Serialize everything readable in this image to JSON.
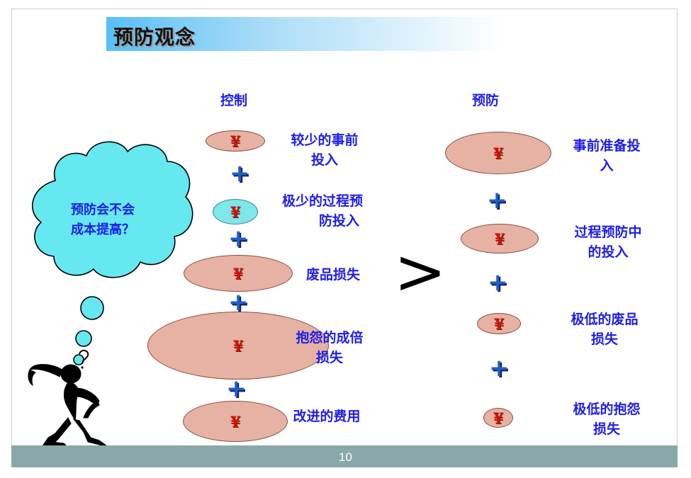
{
  "slide": {
    "title": "预防观念",
    "page_number": "10"
  },
  "thought_bubble": {
    "line1": "预防会不会",
    "line2": "成本提高？"
  },
  "control": {
    "heading": "控制",
    "items": [
      {
        "label_l1": "较少的事前",
        "label_l2": "投入",
        "symbol": "¥"
      },
      {
        "label_l1": "极少的过程预",
        "label_l2": "防投入",
        "symbol": "¥"
      },
      {
        "label_l1": "废品损失",
        "label_l2": "",
        "symbol": "¥"
      },
      {
        "label_l1": "抱怨的成倍",
        "label_l2": "损失",
        "symbol": "¥"
      },
      {
        "label_l1": "改进的费用",
        "label_l2": "",
        "symbol": "¥"
      }
    ]
  },
  "comparison_symbol": ">",
  "prevention": {
    "heading": "预防",
    "items": [
      {
        "label_l1": "事前准备投",
        "label_l2": "入",
        "symbol": "¥"
      },
      {
        "label_l1": "过程预防中",
        "label_l2": "的投入",
        "symbol": "¥"
      },
      {
        "label_l1": "极低的废品",
        "label_l2": "损失",
        "symbol": "¥"
      },
      {
        "label_l1": "极低的抱怨",
        "label_l2": "损失",
        "symbol": "¥"
      }
    ]
  },
  "plus_sign": "+",
  "colors": {
    "oval_fill": "#e6b2a4",
    "oval_cyan": "#7fe6ea",
    "cloud_fill": "#66e8f0",
    "text_blue": "#1e1ee6",
    "yen_red": "#d60e0e",
    "plus_blue": "#1f5ec8",
    "footer": "#8aa8a8"
  },
  "icons": [
    "thinking-figure-icon",
    "thought-cloud-icon",
    "question-mark-icon"
  ]
}
